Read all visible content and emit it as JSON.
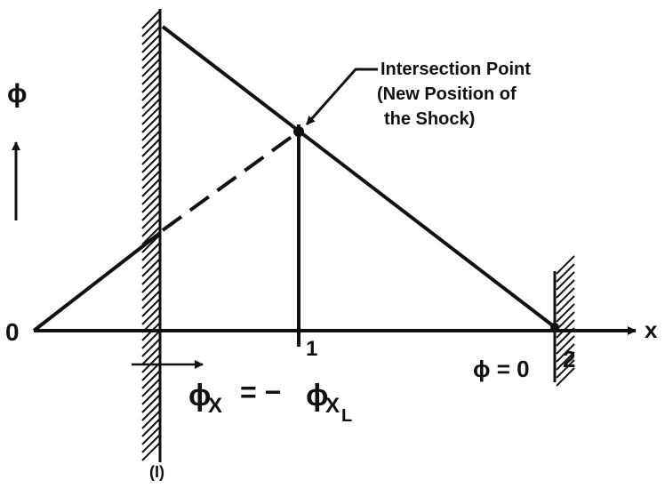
{
  "diagram": {
    "annotation": {
      "line1": "Intersection Point",
      "line2": "(New Position of",
      "line3": "the Shock)"
    },
    "labels": {
      "phi_axis": "ϕ",
      "origin": "0",
      "x_axis": "x",
      "tick_1": "1",
      "boundary_2": "2",
      "boundary_1": "(I)",
      "bc_left_phi": "ϕ",
      "bc_left_sub": "X",
      "bc_left_eq": "= −",
      "bc_left_rhs_phi": "ϕ",
      "bc_left_rhs_sub": "X",
      "bc_left_rhs_subsub": "L",
      "bc_right": "ϕ = 0"
    }
  }
}
